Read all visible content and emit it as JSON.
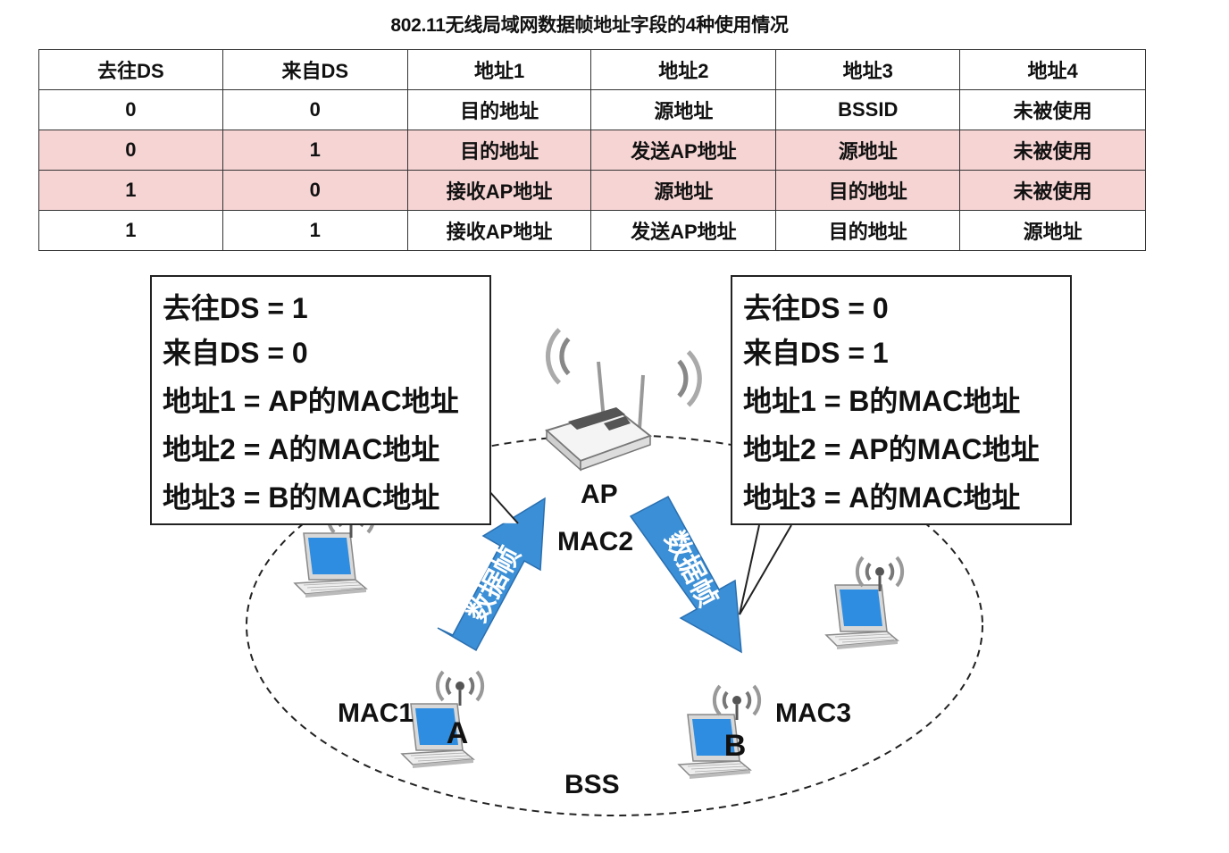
{
  "title": "802.11无线局域网数据帧地址字段的4种使用情况",
  "table": {
    "headers": [
      "去往DS",
      "来自DS",
      "地址1",
      "地址2",
      "地址3",
      "地址4"
    ],
    "rows": [
      [
        "0",
        "0",
        "目的地址",
        "源地址",
        "BSSID",
        "未被使用"
      ],
      [
        "0",
        "1",
        "目的地址",
        "发送AP地址",
        "源地址",
        "未被使用"
      ],
      [
        "1",
        "0",
        "接收AP地址",
        "源地址",
        "目的地址",
        "未被使用"
      ],
      [
        "1",
        "1",
        "接收AP地址",
        "发送AP地址",
        "目的地址",
        "源地址"
      ]
    ],
    "highlight_color": "#f6d4d4"
  },
  "left_callout": {
    "lines": [
      "去往DS = 1",
      "来自DS = 0",
      "地址1 = AP的MAC地址",
      "地址2 = A的MAC地址",
      "地址3 = B的MAC地址"
    ]
  },
  "right_callout": {
    "lines": [
      "去往DS = 0",
      "来自DS = 1",
      "地址1 = B的MAC地址",
      "地址2 = AP的MAC地址",
      "地址3 = A的MAC地址"
    ]
  },
  "labels": {
    "ap": "AP",
    "mac2": "MAC2",
    "mac1": "MAC1",
    "mac3": "MAC3",
    "host_a": "A",
    "host_b": "B",
    "bss": "BSS",
    "frame_left": "数据帧",
    "frame_right": "数据帧"
  },
  "colors": {
    "arrow": "#3b8fd6",
    "laptop_screen": "#2e8de0",
    "signal": "#555555"
  }
}
